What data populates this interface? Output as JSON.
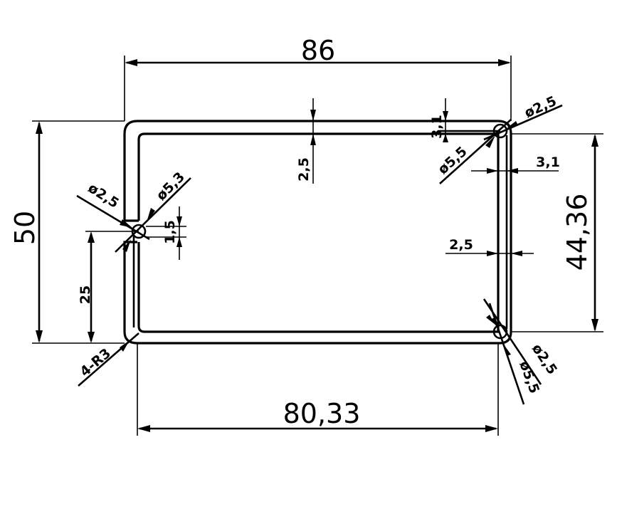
{
  "drawing": {
    "dimensions": {
      "overall_width": "86",
      "overall_height": "50",
      "inner_width": "80,33",
      "inner_height": "44,36",
      "left_offset": "25",
      "wall_top": "2,5",
      "wall_right": "2,5",
      "top_right_gap": "3,1",
      "right_gap": "3,1",
      "left_gap": "1,5",
      "corner_radius": "4-R3"
    },
    "holes": {
      "left_small": "ø2,5",
      "left_large": "ø5,3",
      "top_right_small": "ø2,5",
      "top_right_large": "ø5,5",
      "bottom_right_small": "ø2,5",
      "bottom_right_large": "ø5,5"
    }
  },
  "colors": {
    "line": "#000000",
    "background": "#ffffff"
  }
}
